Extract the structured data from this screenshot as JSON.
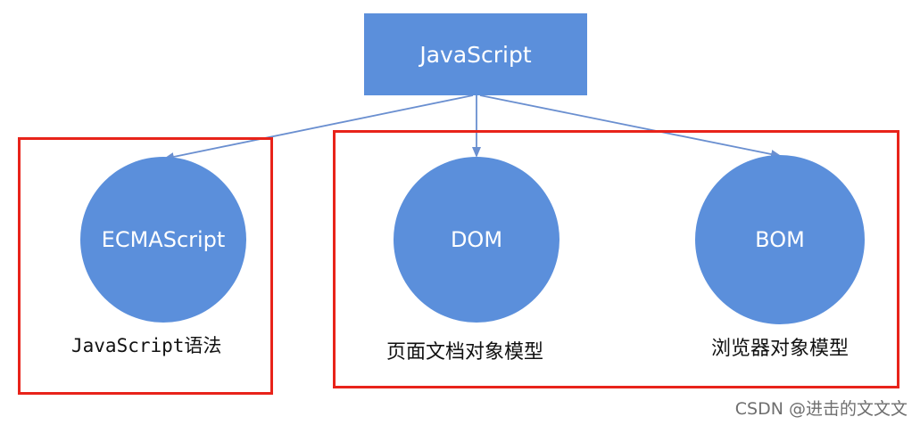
{
  "root": {
    "label": "JavaScript"
  },
  "nodes": [
    {
      "label": "ECMAScript",
      "caption": "JavaScript语法"
    },
    {
      "label": "DOM",
      "caption": "页面文档对象模型"
    },
    {
      "label": "BOM",
      "caption": "浏览器对象模型"
    }
  ],
  "watermark": "CSDN @进击的文文文",
  "colors": {
    "node_fill": "#5b8fdb",
    "connector": "#6a8fd0",
    "frame": "#e8231a",
    "text_on_node": "#ffffff"
  }
}
